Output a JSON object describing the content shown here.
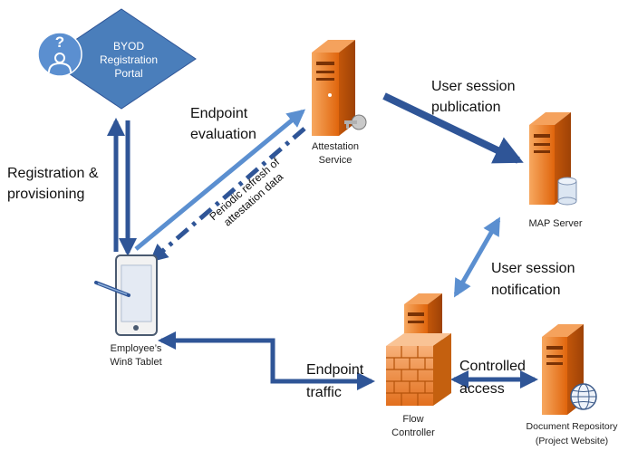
{
  "nodes": {
    "portal": {
      "label_lines": [
        "BYOD",
        "Registration",
        "Portal"
      ],
      "badge": "?"
    },
    "attestation": {
      "label_lines": [
        "Attestation",
        "Service"
      ]
    },
    "map": {
      "label": "MAP Server"
    },
    "tablet": {
      "label_lines": [
        "Employee’s",
        "Win8 Tablet"
      ]
    },
    "flow": {
      "label_lines": [
        "Flow",
        "Controller"
      ]
    },
    "docrepo": {
      "label_lines": [
        "Document Repository",
        "(Project Website)"
      ]
    }
  },
  "edges": {
    "registration": {
      "lines": [
        "Registration &",
        "provisioning"
      ]
    },
    "endpoint_eval": {
      "lines": [
        "Endpoint",
        "evaluation"
      ]
    },
    "periodic": {
      "lines": [
        "Periodic refresh of",
        "attestation data"
      ]
    },
    "session_pub": {
      "lines": [
        "User session",
        "publication"
      ]
    },
    "session_notif": {
      "lines": [
        "User session",
        "notification"
      ]
    },
    "endpoint_traffic": {
      "lines": [
        "Endpoint",
        "traffic"
      ]
    },
    "controlled": {
      "lines": [
        "Controlled",
        "access"
      ]
    }
  },
  "colors": {
    "arrow_dark": "#2F5597",
    "arrow_light": "#5B8FD0",
    "portal_fill": "#4A7EBB",
    "server_orange": "#E46C0A",
    "server_light": "#F5A25D"
  }
}
